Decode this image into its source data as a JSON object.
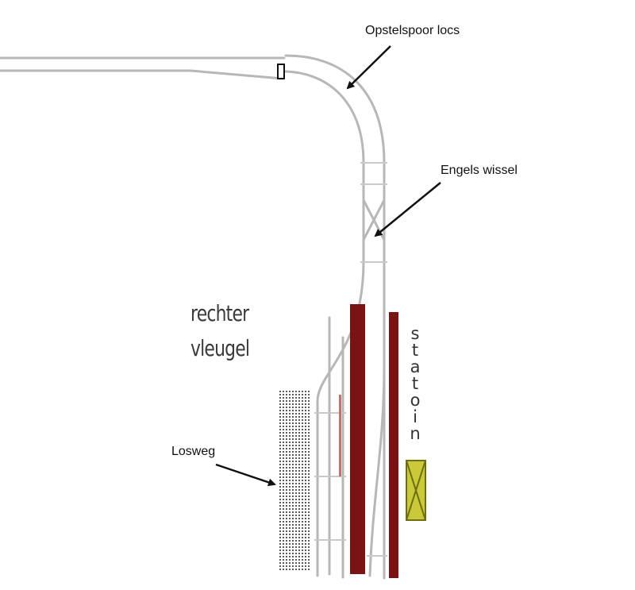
{
  "labels": {
    "opstelspoor": "Opstelspoor locs",
    "engels_wissel": "Engels wissel",
    "losweg": "Losweg",
    "rechter": "rechter",
    "vleugel": "vleugel",
    "station_letters": [
      "s",
      "t",
      "a",
      "t",
      "o",
      "i",
      "n"
    ]
  },
  "colors": {
    "rail": "#b7b7b7",
    "platform": "#7a1414",
    "platform_thin": "#c8726f",
    "building_fill": "#c9c93a",
    "building_stroke": "#6e6e12",
    "arrow": "#111111"
  }
}
